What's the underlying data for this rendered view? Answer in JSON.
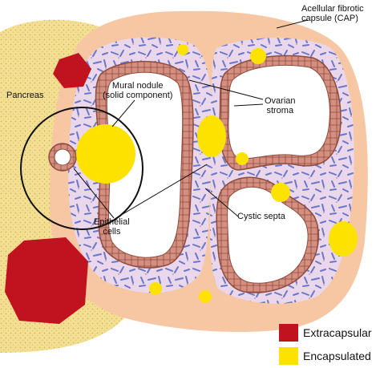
{
  "labels": {
    "capsule_line1": "Acellular fibrotic",
    "capsule_line2": "capsule (CAP)",
    "pancreas": "Pancreas",
    "mural_line1": "Mural nodule",
    "mural_line2": "(solid component)",
    "ovarian_line1": "Ovarian",
    "ovarian_line2": "stroma",
    "epithelial_line1": "Epithelial",
    "epithelial_line2": "cells",
    "septa": "Cystic septa"
  },
  "legend": [
    {
      "label": "Extracapsular",
      "color": "#c0121f"
    },
    {
      "label": "Encapsulated",
      "color": "#fde200"
    }
  ],
  "colors": {
    "pancreas": "#f3df92",
    "capsule": "#f7c7a4",
    "stroma": "#ead7ec",
    "fiber": "#6a78c6",
    "epithelium_outer": "#8e4c3e",
    "epithelium_fill": "#d48f80",
    "encapsulated": "#fde200",
    "extracapsular": "#c0121f"
  }
}
